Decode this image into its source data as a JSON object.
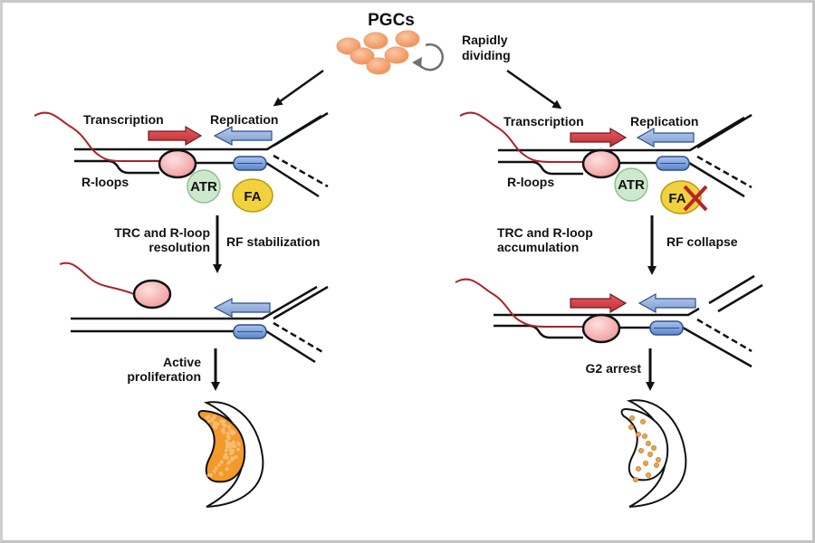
{
  "title": "PGCs",
  "top_note": {
    "line1": "Rapidly",
    "line2": "dividing"
  },
  "colors": {
    "pgc_cell": "#f3a070",
    "transcription_arrow": "#d9454b",
    "replication_arrow": "#8eaad8",
    "rloop_circle": "#f6b3b3",
    "atr": "#c9e8c9",
    "fa": "#f2d23c",
    "helicase": "#6f9ad8",
    "rna_strand": "#a8242a",
    "inhibit_x": "#b8232a",
    "germ_cells": "#f39a2b"
  },
  "left": {
    "transcription_label": "Transcription",
    "replication_label": "Replication",
    "rloops_label": "R-loops",
    "atr_label": "ATR",
    "fa_label": "FA",
    "step1_left": {
      "line1": "TRC and R-loop",
      "line2": "resolution"
    },
    "step1_right": "RF stabilization",
    "step2": {
      "line1": "Active",
      "line2": "proliferation"
    }
  },
  "right": {
    "transcription_label": "Transcription",
    "replication_label": "Replication",
    "rloops_label": "R-loops",
    "atr_label": "ATR",
    "fa_label": "FA",
    "step1_left": {
      "line1": "TRC and R-loop",
      "line2": "accumulation"
    },
    "step1_right": "RF collapse",
    "step2": "G2 arrest"
  }
}
